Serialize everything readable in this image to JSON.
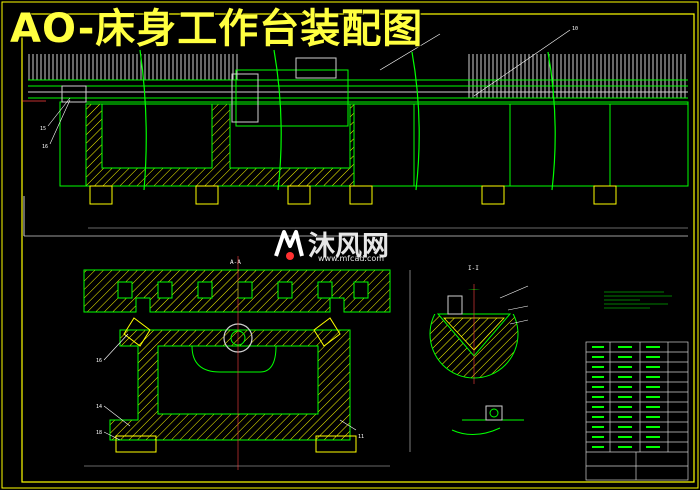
{
  "drawing": {
    "title": "AO-床身工作台装配图",
    "colors": {
      "background": "#000000",
      "frame": "#ffff00",
      "outline": "#00ff00",
      "hatch": "#ffff00",
      "centerline": "#ff4040",
      "leader": "#ffffff",
      "title_text": "#ffff40",
      "cyan": "#00ffff"
    },
    "section_labels": {
      "front_section": "A-A",
      "right_section": "I-I"
    }
  },
  "watermark": {
    "brand": "沐风网",
    "url": "www.mfcad.com",
    "logo_icon": "mfcad-logo-icon"
  }
}
